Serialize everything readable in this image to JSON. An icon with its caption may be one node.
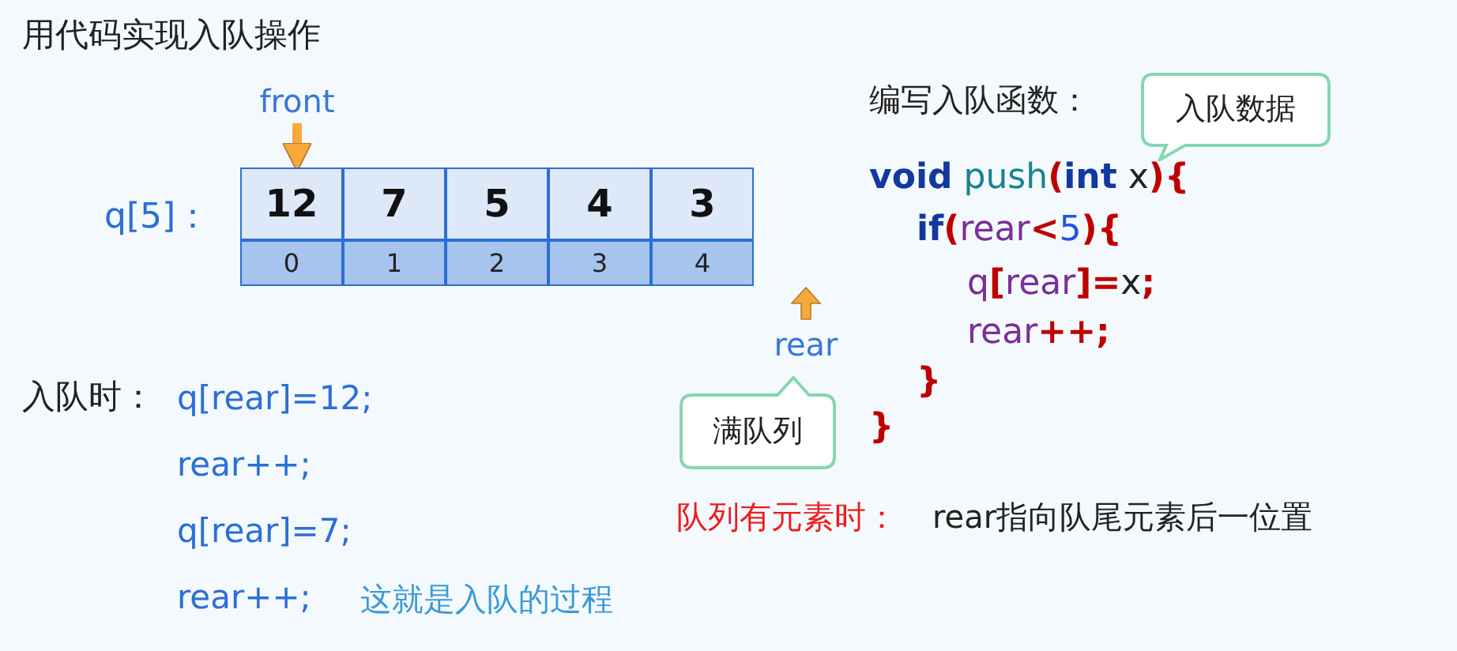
{
  "diagram": {
    "title": "用代码实现入队操作",
    "nodes": [
      {
        "text": [
          "front"
        ]
      },
      {
        "text": [
          "12"
        ]
      },
      {
        "text": [
          "7"
        ]
      },
      {
        "text": [
          "5"
        ]
      },
      {
        "text": [
          "4"
        ]
      },
      {
        "text": [
          "3"
        ]
      },
      {
        "text": [
          "0"
        ]
      },
      {
        "text": [
          "1"
        ]
      },
      {
        "text": [
          "2"
        ]
      },
      {
        "text": [
          "3"
        ]
      },
      {
        "text": [
          "4"
        ]
      },
      {
        "text": [
          "rear"
        ]
      },
      {
        "text": [
          "入队数据"
        ]
      },
      {
        "text": [
          "满队列"
        ]
      }
    ],
    "edges": [
      {
        "from": 0,
        "to": 1,
        "arrow": "to"
      },
      {
        "from": 11,
        "to": null,
        "arrow": "to"
      }
    ],
    "labels": [
      "q[5]：",
      "编写入队函数：",
      "void push(int x){",
      "if(rear<5){",
      "q[rear]=x;",
      "rear++;",
      "}",
      "}",
      "入队时：",
      "q[rear]=12;",
      "rear++;",
      "q[rear]=7;",
      "rear++;",
      "这就是入队的过程",
      "队列有元素时：",
      "rear指向队尾元素后一位置"
    ]
  }
}
